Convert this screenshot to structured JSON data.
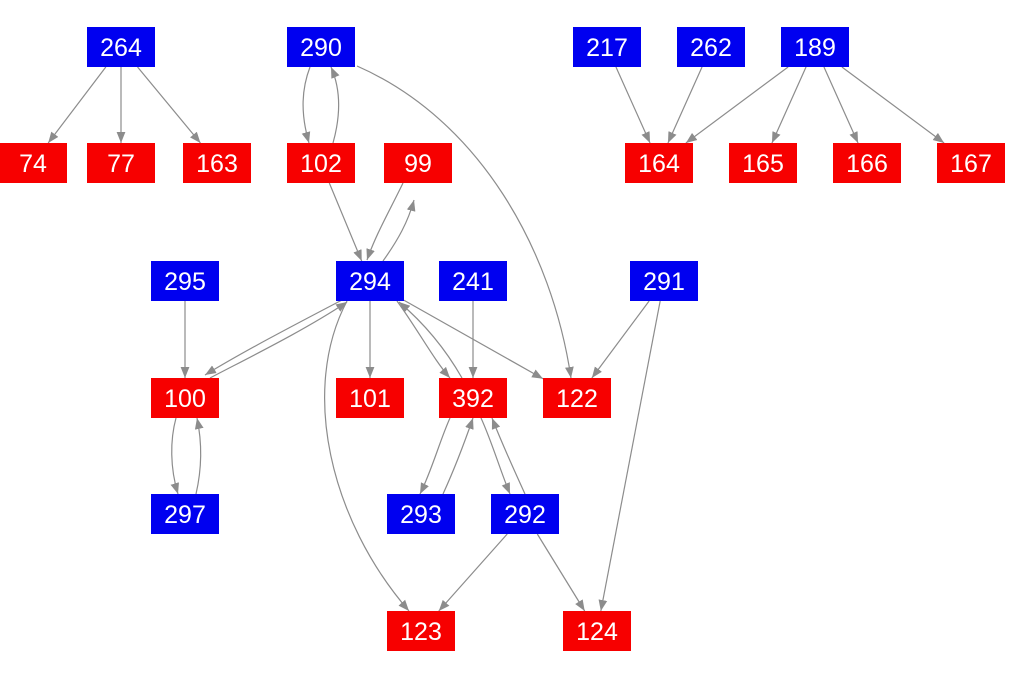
{
  "colors": {
    "blue_node": "#0000f0",
    "red_node": "#f70000",
    "edge": "#8c8c8c",
    "background": "#ffffff"
  },
  "nodes": [
    {
      "id": "264",
      "label": "264",
      "kind": "blue"
    },
    {
      "id": "290",
      "label": "290",
      "kind": "blue"
    },
    {
      "id": "217",
      "label": "217",
      "kind": "blue"
    },
    {
      "id": "262",
      "label": "262",
      "kind": "blue"
    },
    {
      "id": "189",
      "label": "189",
      "kind": "blue"
    },
    {
      "id": "74",
      "label": "74",
      "kind": "red"
    },
    {
      "id": "77",
      "label": "77",
      "kind": "red"
    },
    {
      "id": "163",
      "label": "163",
      "kind": "red"
    },
    {
      "id": "102",
      "label": "102",
      "kind": "red"
    },
    {
      "id": "99",
      "label": "99",
      "kind": "red"
    },
    {
      "id": "164",
      "label": "164",
      "kind": "red"
    },
    {
      "id": "165",
      "label": "165",
      "kind": "red"
    },
    {
      "id": "166",
      "label": "166",
      "kind": "red"
    },
    {
      "id": "167",
      "label": "167",
      "kind": "red"
    },
    {
      "id": "295",
      "label": "295",
      "kind": "blue"
    },
    {
      "id": "294",
      "label": "294",
      "kind": "blue"
    },
    {
      "id": "241",
      "label": "241",
      "kind": "blue"
    },
    {
      "id": "291",
      "label": "291",
      "kind": "blue"
    },
    {
      "id": "100",
      "label": "100",
      "kind": "red"
    },
    {
      "id": "101",
      "label": "101",
      "kind": "red"
    },
    {
      "id": "392",
      "label": "392",
      "kind": "red"
    },
    {
      "id": "122",
      "label": "122",
      "kind": "red"
    },
    {
      "id": "297",
      "label": "297",
      "kind": "blue"
    },
    {
      "id": "293",
      "label": "293",
      "kind": "blue"
    },
    {
      "id": "292",
      "label": "292",
      "kind": "blue"
    },
    {
      "id": "123",
      "label": "123",
      "kind": "red"
    },
    {
      "id": "124",
      "label": "124",
      "kind": "red"
    }
  ],
  "edges": [
    {
      "from": "264",
      "to": "74"
    },
    {
      "from": "264",
      "to": "77"
    },
    {
      "from": "264",
      "to": "163"
    },
    {
      "from": "290",
      "to": "102"
    },
    {
      "from": "102",
      "to": "290"
    },
    {
      "from": "290",
      "to": "122"
    },
    {
      "from": "217",
      "to": "164"
    },
    {
      "from": "262",
      "to": "164"
    },
    {
      "from": "189",
      "to": "164"
    },
    {
      "from": "189",
      "to": "165"
    },
    {
      "from": "189",
      "to": "166"
    },
    {
      "from": "189",
      "to": "167"
    },
    {
      "from": "102",
      "to": "294"
    },
    {
      "from": "294",
      "to": "99"
    },
    {
      "from": "99",
      "to": "294"
    },
    {
      "from": "295",
      "to": "100"
    },
    {
      "from": "294",
      "to": "100"
    },
    {
      "from": "100",
      "to": "294"
    },
    {
      "from": "294",
      "to": "101"
    },
    {
      "from": "294",
      "to": "392"
    },
    {
      "from": "392",
      "to": "294"
    },
    {
      "from": "294",
      "to": "122"
    },
    {
      "from": "294",
      "to": "123"
    },
    {
      "from": "241",
      "to": "392"
    },
    {
      "from": "291",
      "to": "122"
    },
    {
      "from": "291",
      "to": "124"
    },
    {
      "from": "100",
      "to": "297"
    },
    {
      "from": "297",
      "to": "100"
    },
    {
      "from": "392",
      "to": "293"
    },
    {
      "from": "293",
      "to": "392"
    },
    {
      "from": "392",
      "to": "292"
    },
    {
      "from": "292",
      "to": "392"
    },
    {
      "from": "292",
      "to": "123"
    },
    {
      "from": "292",
      "to": "124"
    }
  ]
}
